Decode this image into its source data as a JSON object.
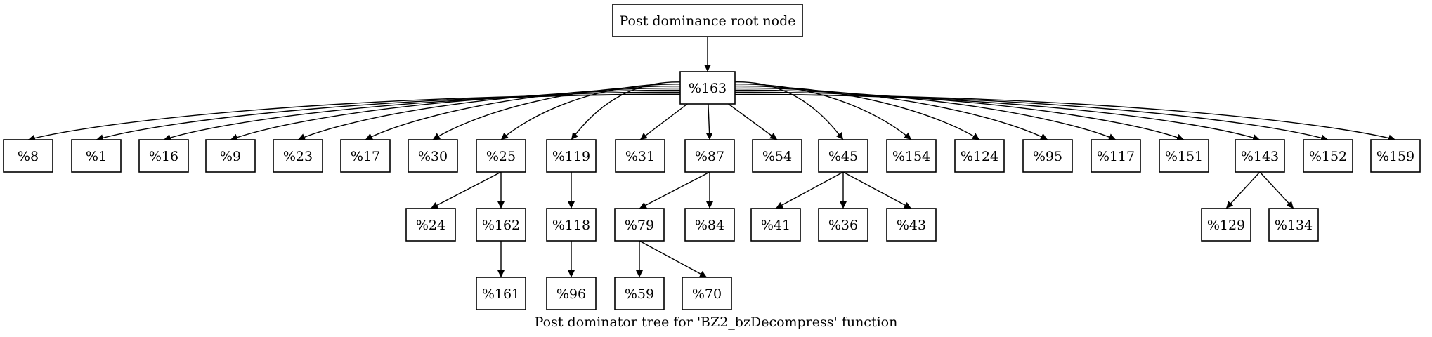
{
  "diagram": {
    "caption": "Post dominator tree for 'BZ2_bzDecompress' function",
    "nodes": {
      "root": "Post dominance root node",
      "n163": "%163",
      "n8": "%8",
      "n1": "%1",
      "n16": "%16",
      "n9": "%9",
      "n23": "%23",
      "n17": "%17",
      "n30": "%30",
      "n25": "%25",
      "n119": "%119",
      "n31": "%31",
      "n87": "%87",
      "n54": "%54",
      "n45": "%45",
      "n154": "%154",
      "n124": "%124",
      "n95": "%95",
      "n117": "%117",
      "n151": "%151",
      "n143": "%143",
      "n152": "%152",
      "n159": "%159",
      "n24": "%24",
      "n162": "%162",
      "n118": "%118",
      "n79": "%79",
      "n84": "%84",
      "n41": "%41",
      "n36": "%36",
      "n43": "%43",
      "n129": "%129",
      "n134": "%134",
      "n161": "%161",
      "n96": "%96",
      "n59": "%59",
      "n70": "%70"
    },
    "edges": [
      [
        "root",
        "n163"
      ],
      [
        "n163",
        "n8"
      ],
      [
        "n163",
        "n1"
      ],
      [
        "n163",
        "n16"
      ],
      [
        "n163",
        "n9"
      ],
      [
        "n163",
        "n23"
      ],
      [
        "n163",
        "n17"
      ],
      [
        "n163",
        "n30"
      ],
      [
        "n163",
        "n25"
      ],
      [
        "n163",
        "n119"
      ],
      [
        "n163",
        "n31"
      ],
      [
        "n163",
        "n87"
      ],
      [
        "n163",
        "n54"
      ],
      [
        "n163",
        "n45"
      ],
      [
        "n163",
        "n154"
      ],
      [
        "n163",
        "n124"
      ],
      [
        "n163",
        "n95"
      ],
      [
        "n163",
        "n117"
      ],
      [
        "n163",
        "n151"
      ],
      [
        "n163",
        "n143"
      ],
      [
        "n163",
        "n152"
      ],
      [
        "n163",
        "n159"
      ],
      [
        "n25",
        "n24"
      ],
      [
        "n25",
        "n162"
      ],
      [
        "n162",
        "n161"
      ],
      [
        "n119",
        "n118"
      ],
      [
        "n118",
        "n96"
      ],
      [
        "n87",
        "n79"
      ],
      [
        "n87",
        "n84"
      ],
      [
        "n79",
        "n59"
      ],
      [
        "n79",
        "n70"
      ],
      [
        "n45",
        "n41"
      ],
      [
        "n45",
        "n36"
      ],
      [
        "n45",
        "n43"
      ],
      [
        "n143",
        "n129"
      ],
      [
        "n143",
        "n134"
      ]
    ]
  }
}
